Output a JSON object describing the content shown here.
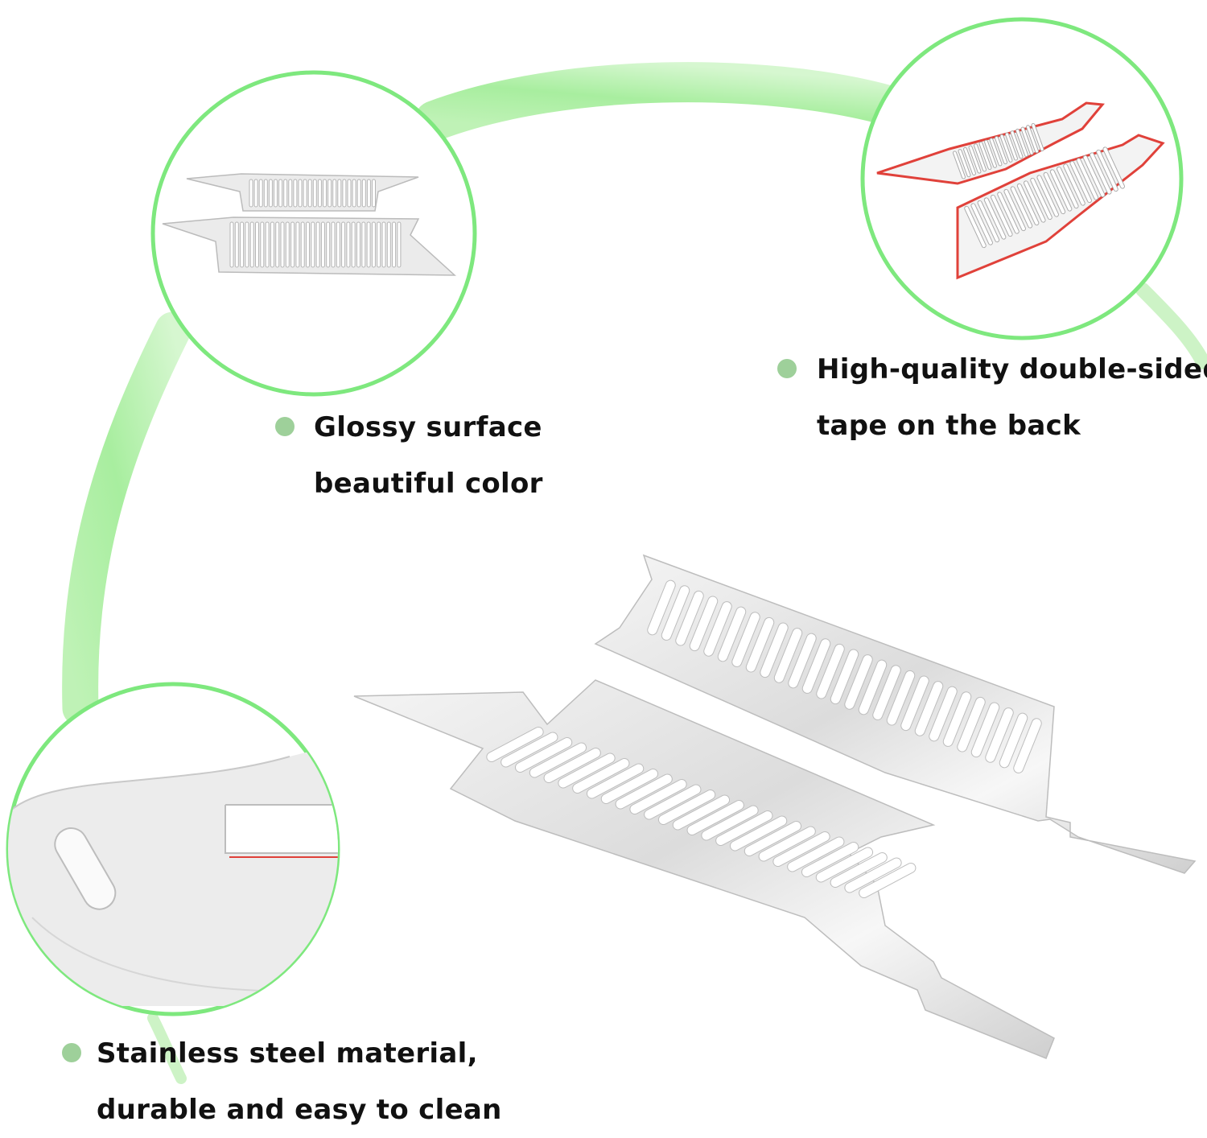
{
  "features": [
    {
      "id": "glossy",
      "lines": [
        "Glossy surface",
        "beautiful color"
      ]
    },
    {
      "id": "tape",
      "lines": [
        "High-quality double-sided",
        "tape on the back"
      ]
    },
    {
      "id": "steel",
      "lines": [
        "Stainless steel material,",
        "durable and easy to clean"
      ]
    }
  ],
  "colors": {
    "accent_green": "#7ee87e",
    "arc_green": "#b9f2b0",
    "bullet": "#9ed09a",
    "tape_red": "#e0413a",
    "steel": "#e9e9e9"
  },
  "images": [
    {
      "name": "two-panels-top-view",
      "desc_icon": "product-photo"
    },
    {
      "name": "tape-backside-view",
      "desc_icon": "product-photo"
    },
    {
      "name": "edge-closeup-view",
      "desc_icon": "product-photo"
    },
    {
      "name": "main-product-photo",
      "desc_icon": "product-photo"
    }
  ]
}
